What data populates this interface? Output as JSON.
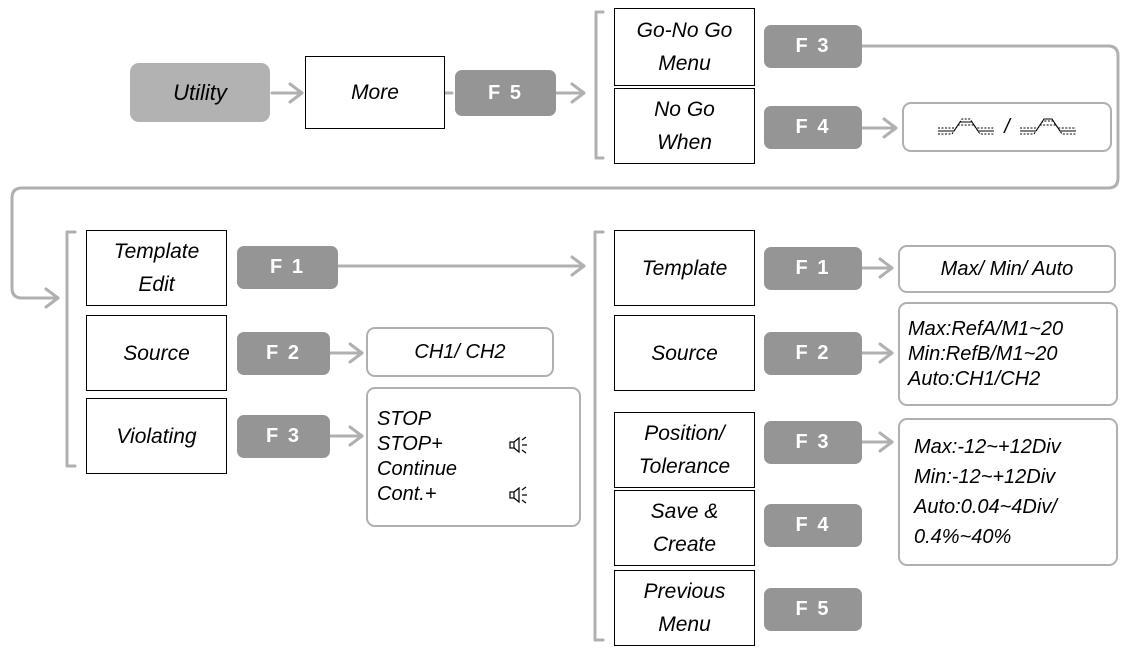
{
  "top": {
    "utility": "Utility",
    "more": "More",
    "f5": "F 5",
    "gonogo_menu": [
      "Go-No Go",
      "Menu"
    ],
    "f3": "F 3",
    "nogo_when": [
      "No Go",
      "When"
    ],
    "f4": "F 4",
    "nogo_options": {
      "separator": "/",
      "icons": [
        "signal-exits-mask-icon",
        "signal-enters-mask-icon"
      ]
    }
  },
  "left": {
    "template_edit": [
      "Template",
      "Edit"
    ],
    "f1": "F 1",
    "source": "Source",
    "f2": "F 2",
    "source_options": "CH1/ CH2",
    "violating": "Violating",
    "f3": "F 3",
    "violating_options": [
      {
        "text": "STOP",
        "beep": false
      },
      {
        "text": "STOP+",
        "beep": true
      },
      {
        "text": "Continue",
        "beep": false
      },
      {
        "text": "Cont.+",
        "beep": true
      }
    ],
    "beep_icon": "speaker-icon"
  },
  "right": {
    "template": "Template",
    "f1": "F 1",
    "template_options": "Max/ Min/ Auto",
    "source": "Source",
    "f2": "F 2",
    "source_options": [
      "Max:RefA/M1~20",
      "Min:RefB/M1~20",
      "Auto:CH1/CH2"
    ],
    "position_tolerance": [
      "Position/",
      "Tolerance"
    ],
    "f3": "F 3",
    "position_options": [
      "Max:-12~+12Div",
      "Min:-12~+12Div",
      "Auto:0.04~4Div/",
      "0.4%~40%"
    ],
    "save_create": [
      "Save &",
      "Create"
    ],
    "f4": "F 4",
    "previous_menu": [
      "Previous",
      "Menu"
    ],
    "f5": "F 5"
  },
  "colors": {
    "fkey": "#959595",
    "utility": "#b2b2b2",
    "connector": "#b0b0b0",
    "border": "#000000"
  }
}
